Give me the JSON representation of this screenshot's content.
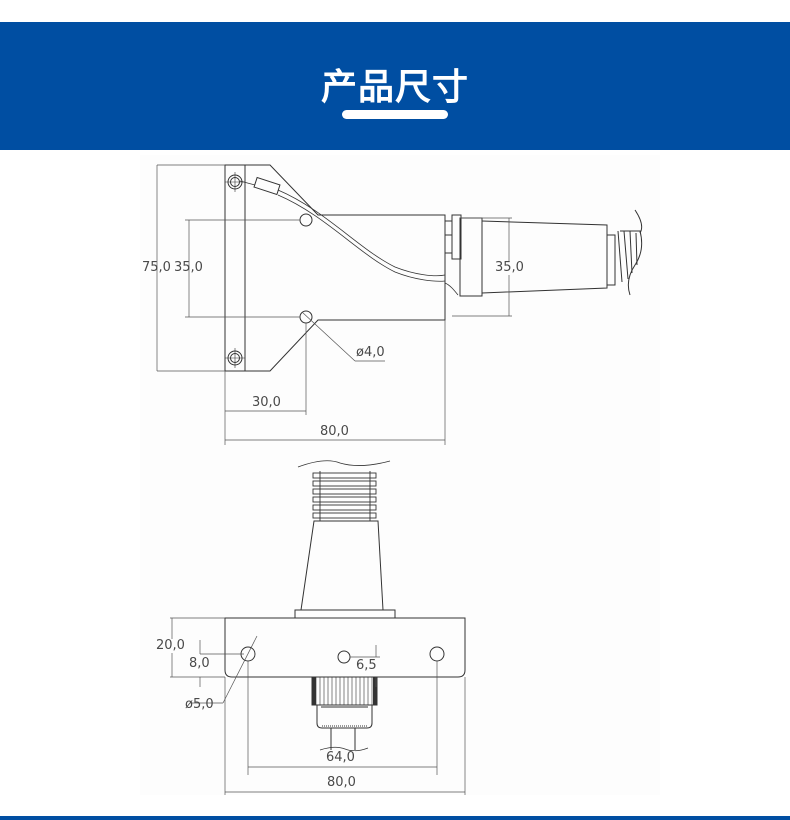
{
  "header": {
    "title": "产品尺寸",
    "background_color": "#004ea2",
    "text_color": "#ffffff"
  },
  "top_view": {
    "dimensions": {
      "overall_height": "75,0",
      "hole_spacing": "35,0",
      "connector_diameter": "35,0",
      "hole_diameter": "ø4,0",
      "hole_offset": "30,0",
      "overall_length": "80,0"
    }
  },
  "front_view": {
    "dimensions": {
      "plate_height": "20,0",
      "hole_height": "8,0",
      "hole_diameter": "ø5,0",
      "center_hole_offset": "6,5",
      "hole_spacing": "64,0",
      "overall_width": "80,0"
    }
  },
  "footer": {
    "color": "#004ea2"
  }
}
